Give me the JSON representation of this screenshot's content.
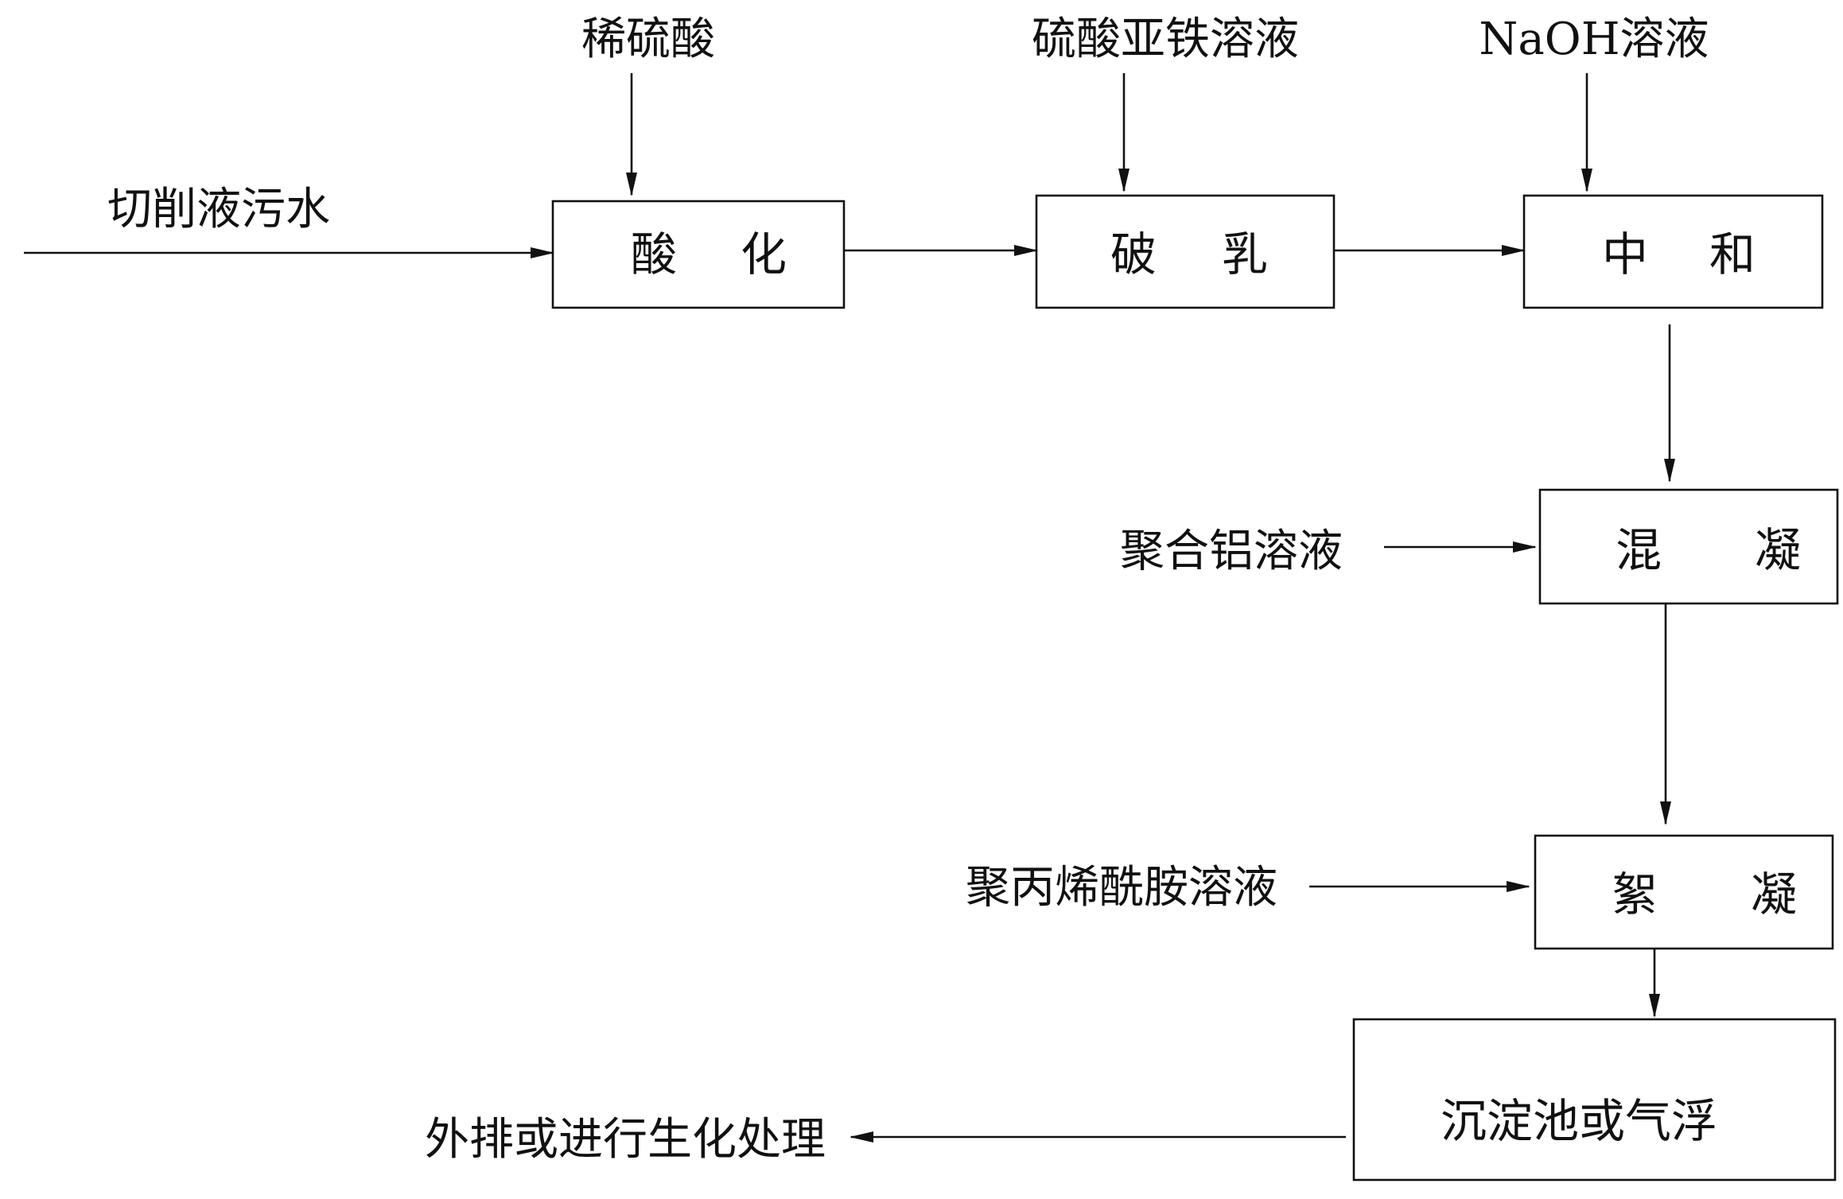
{
  "diagram": {
    "inputs": {
      "wastewater": "切削液污水",
      "dilute_sulfuric_acid": "稀硫酸",
      "ferrous_sulfate_solution": "硫酸亚铁溶液",
      "naoh_solution": "NaOH溶液",
      "polyaluminum_solution": "聚合铝溶液",
      "polyacrylamide_solution": "聚丙烯酰胺溶液"
    },
    "steps": {
      "acidification": {
        "char1": "酸",
        "char2": "化"
      },
      "demulsification": {
        "char1": "破",
        "char2": "乳"
      },
      "neutralization": {
        "char1": "中",
        "char2": "和"
      },
      "coagulation": {
        "char1": "混",
        "char2": "凝"
      },
      "flocculation": {
        "char1": "絮",
        "char2": "凝"
      },
      "sedimentation": {
        "label": "沉淀池或气浮"
      }
    },
    "output": "外排或进行生化处理"
  }
}
